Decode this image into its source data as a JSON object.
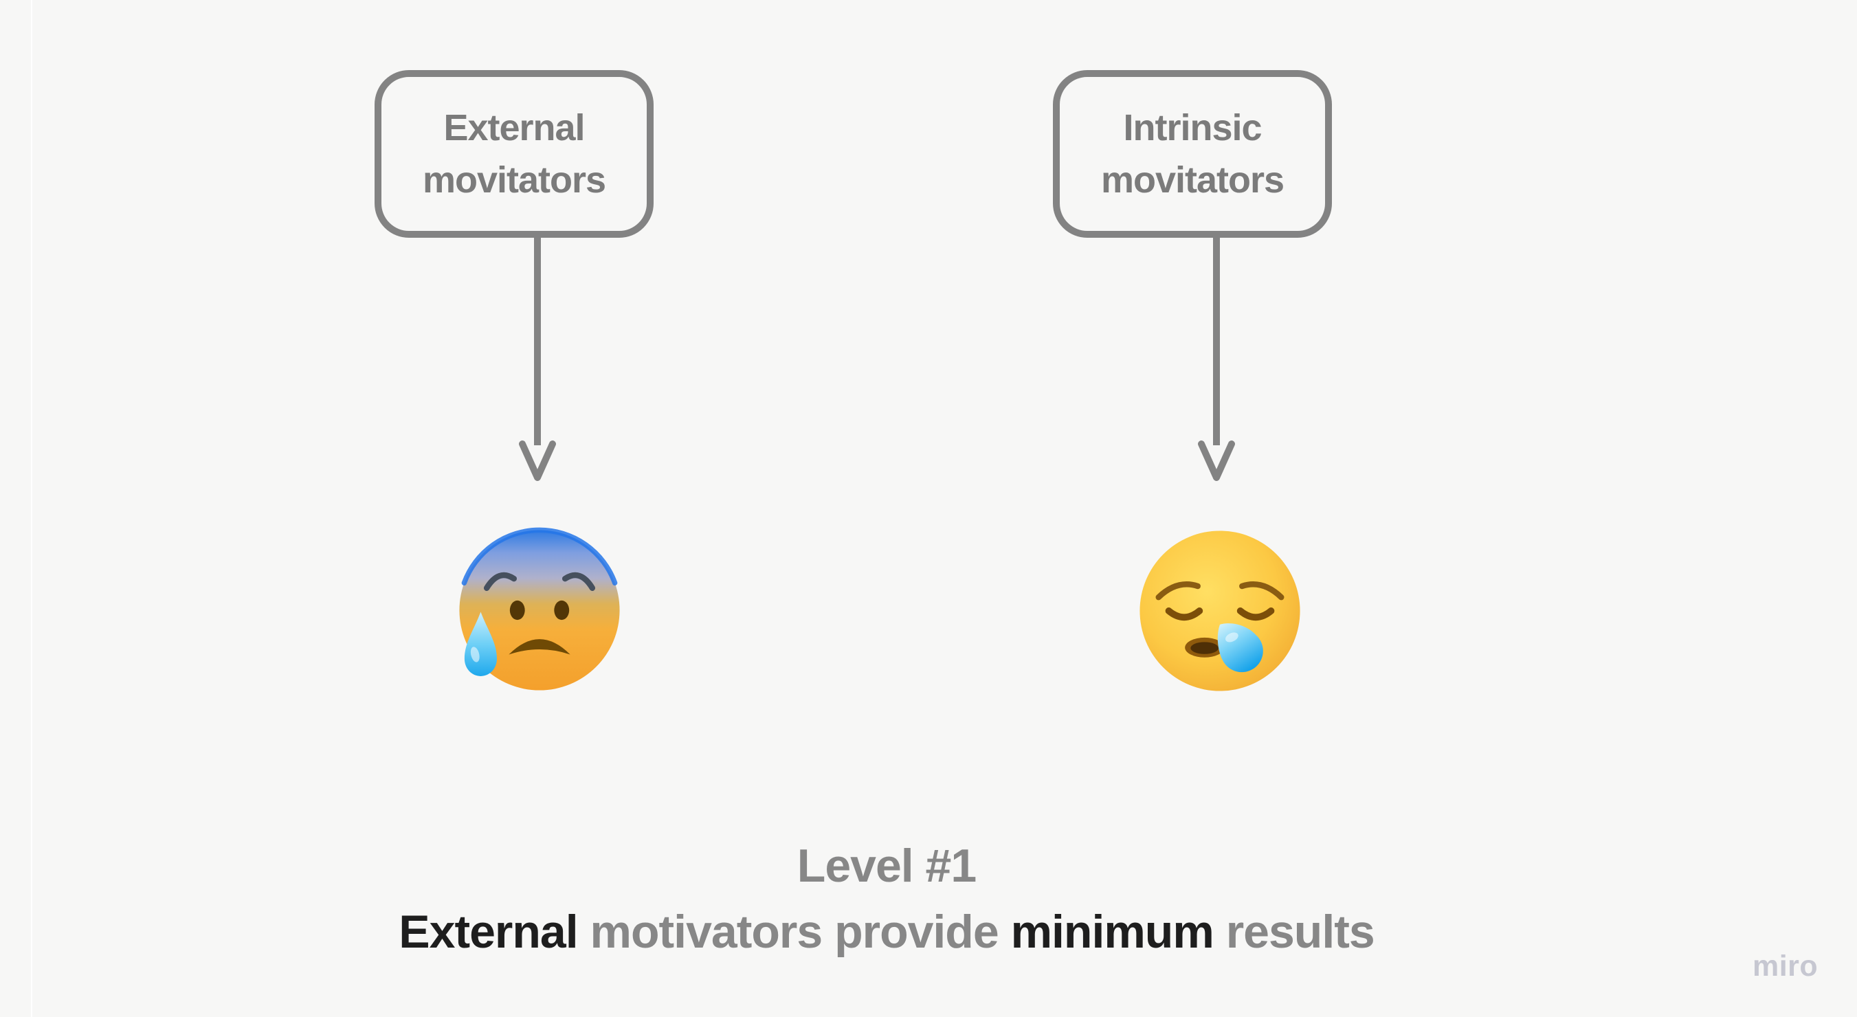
{
  "canvas": {
    "background_color": "#f7f7f6",
    "divider_color": "#ffffff"
  },
  "diagram": {
    "boxes": [
      {
        "label": "External movitators"
      },
      {
        "label": "Intrinsic movitators"
      }
    ],
    "arrows": [
      {
        "direction": "down",
        "from": "External movitators box",
        "to": "anxious emoji"
      },
      {
        "direction": "down",
        "from": "Intrinsic movitators box",
        "to": "sleepy emoji"
      }
    ],
    "emojis": [
      {
        "name": "anxious-face-with-sweat",
        "glyph": "😰"
      },
      {
        "name": "sleepy-face",
        "glyph": "😪"
      }
    ],
    "colors": {
      "shape_border": "#838383",
      "shape_text": "#7b7b7b",
      "arrow": "#838383"
    }
  },
  "caption": {
    "line1": "Level #1",
    "line2_segments": [
      {
        "text": "External",
        "emphasis": true
      },
      {
        "text": " motivators provide ",
        "emphasis": false
      },
      {
        "text": "minimum",
        "emphasis": true
      },
      {
        "text": " results",
        "emphasis": false
      }
    ],
    "colors": {
      "muted": "#878787",
      "emphasis": "#1e1e1e"
    }
  },
  "watermark": {
    "label": "miro",
    "color": "#c6c7d1"
  }
}
